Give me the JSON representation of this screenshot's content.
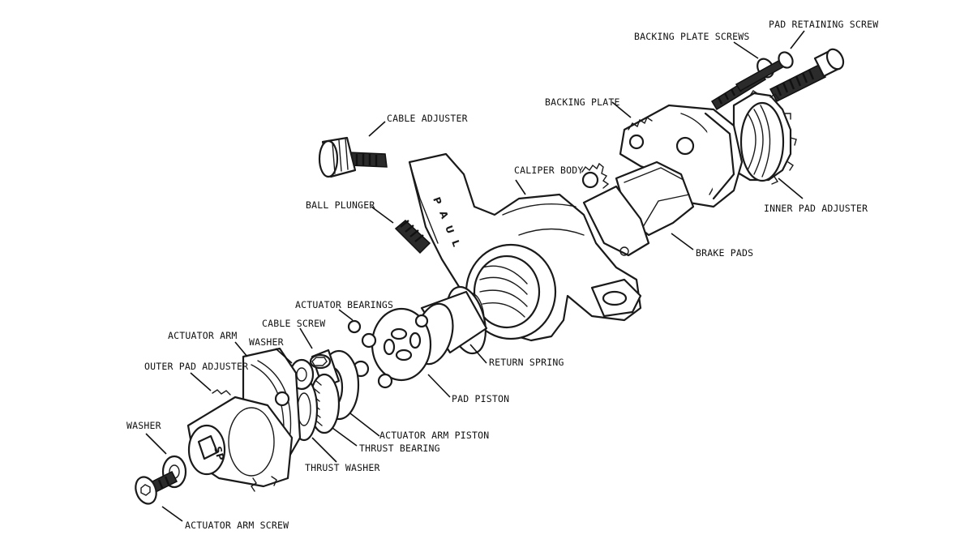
{
  "labels": {
    "pad_retaining_screw": "PAD RETAINING SCREW",
    "backing_plate_screws": "BACKING PLATE SCREWS",
    "backing_plate": "BACKING PLATE",
    "cable_adjuster": "CABLE ADJUSTER",
    "caliper_body": "CALIPER BODY",
    "inner_pad_adjuster": "INNER PAD ADJUSTER",
    "ball_plunger": "BALL PLUNGER",
    "brake_pads": "BRAKE PADS",
    "actuator_bearings": "ACTUATOR BEARINGS",
    "cable_screw": "CABLE SCREW",
    "actuator_arm": "ACTUATOR ARM",
    "washer_upper": "WASHER",
    "outer_pad_adjuster": "OUTER PAD ADJUSTER",
    "return_spring": "RETURN SPRING",
    "pad_piston": "PAD PISTON",
    "washer_lower": "WASHER",
    "actuator_arm_piston": "ACTUATOR ARM PISTON",
    "thrust_bearing": "THRUST BEARING",
    "thrust_washer": "THRUST WASHER",
    "actuator_arm_screw": "ACTUATOR ARM SCREW"
  },
  "markings": {
    "caliper_brand": [
      "P",
      "A",
      "U",
      "L"
    ],
    "actuator_stamp": "SP"
  }
}
